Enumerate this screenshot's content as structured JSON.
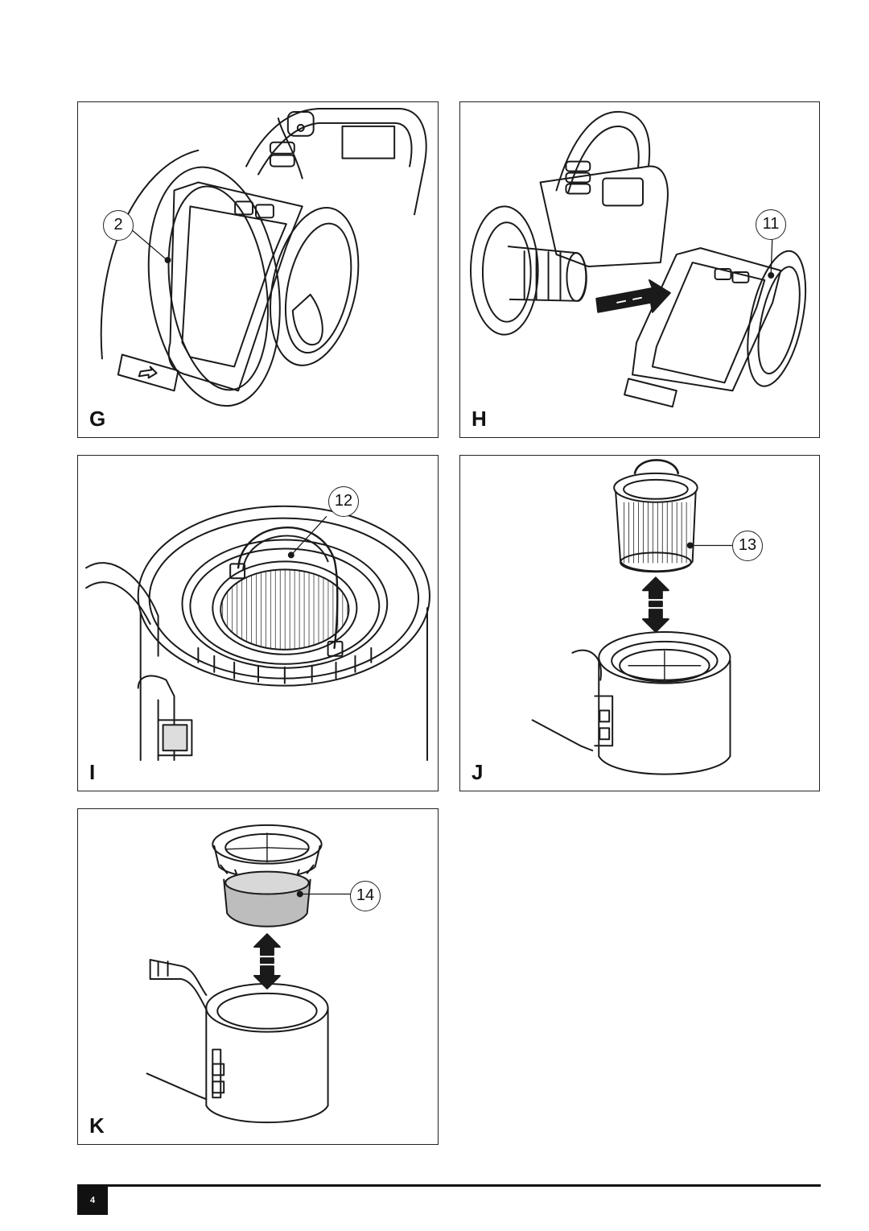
{
  "page": {
    "number": "4"
  },
  "figures": [
    {
      "letter": "G",
      "callouts": [
        "2"
      ],
      "icon": "vacuum-dust-bowl-release"
    },
    {
      "letter": "H",
      "callouts": [
        "11"
      ],
      "icon": "vacuum-bowl-removal"
    },
    {
      "letter": "I",
      "callouts": [
        "12"
      ],
      "icon": "filter-handle"
    },
    {
      "letter": "J",
      "callouts": [
        "13"
      ],
      "icon": "pleated-filter-removal"
    },
    {
      "letter": "K",
      "callouts": [
        "14"
      ],
      "icon": "pre-filter-removal"
    }
  ]
}
